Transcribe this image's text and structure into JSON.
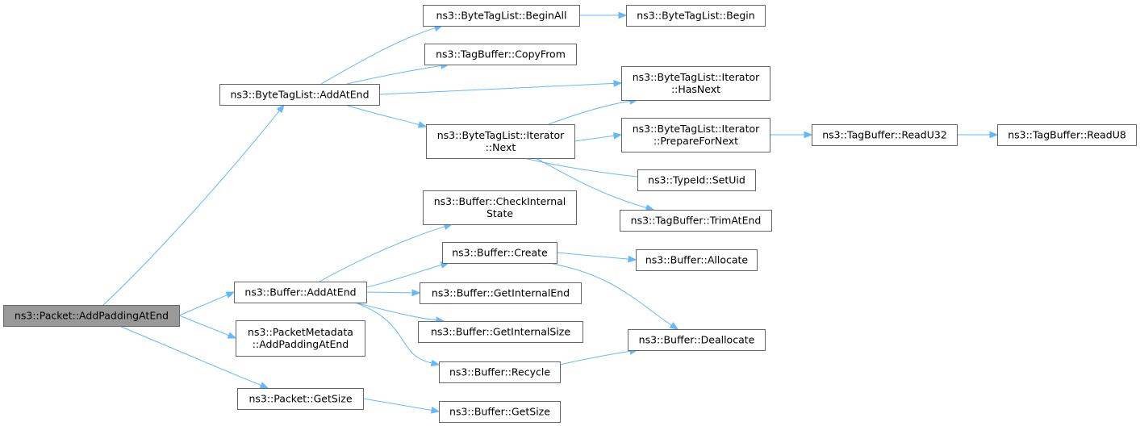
{
  "nodes": [
    {
      "id": "root",
      "lines": [
        "ns3::Packet::AddPaddingAtEnd"
      ],
      "root": true
    },
    {
      "id": "btl_addatend",
      "lines": [
        "ns3::ByteTagList::AddAtEnd"
      ]
    },
    {
      "id": "buf_addatend",
      "lines": [
        "ns3::Buffer::AddAtEnd"
      ]
    },
    {
      "id": "pm_addpadding",
      "lines": [
        "ns3::PacketMetadata",
        "::AddPaddingAtEnd"
      ]
    },
    {
      "id": "pkt_getsize",
      "lines": [
        "ns3::Packet::GetSize"
      ]
    },
    {
      "id": "btl_beginall",
      "lines": [
        "ns3::ByteTagList::BeginAll"
      ]
    },
    {
      "id": "tb_copyfrom",
      "lines": [
        "ns3::TagBuffer::CopyFrom"
      ]
    },
    {
      "id": "it_next",
      "lines": [
        "ns3::ByteTagList::Iterator",
        "::Next"
      ]
    },
    {
      "id": "buf_checkstate",
      "lines": [
        "ns3::Buffer::CheckInternal",
        "State"
      ]
    },
    {
      "id": "buf_create",
      "lines": [
        "ns3::Buffer::Create"
      ]
    },
    {
      "id": "buf_getend",
      "lines": [
        "ns3::Buffer::GetInternalEnd"
      ]
    },
    {
      "id": "buf_getintsize",
      "lines": [
        "ns3::Buffer::GetInternalSize"
      ]
    },
    {
      "id": "buf_recycle",
      "lines": [
        "ns3::Buffer::Recycle"
      ]
    },
    {
      "id": "buf_getsize",
      "lines": [
        "ns3::Buffer::GetSize"
      ]
    },
    {
      "id": "btl_begin",
      "lines": [
        "ns3::ByteTagList::Begin"
      ]
    },
    {
      "id": "it_hasnext",
      "lines": [
        "ns3::ByteTagList::Iterator",
        "::HasNext"
      ]
    },
    {
      "id": "it_prepare",
      "lines": [
        "ns3::ByteTagList::Iterator",
        "::PrepareForNext"
      ]
    },
    {
      "id": "tid_setuid",
      "lines": [
        "ns3::TypeId::SetUid"
      ]
    },
    {
      "id": "tb_trim",
      "lines": [
        "ns3::TagBuffer::TrimAtEnd"
      ]
    },
    {
      "id": "buf_allocate",
      "lines": [
        "ns3::Buffer::Allocate"
      ]
    },
    {
      "id": "buf_dealloc",
      "lines": [
        "ns3::Buffer::Deallocate"
      ]
    },
    {
      "id": "tb_readu32",
      "lines": [
        "ns3::TagBuffer::ReadU32"
      ]
    },
    {
      "id": "tb_readu8",
      "lines": [
        "ns3::TagBuffer::ReadU8"
      ]
    }
  ],
  "edges": [
    [
      "root",
      "btl_addatend"
    ],
    [
      "root",
      "buf_addatend"
    ],
    [
      "root",
      "pm_addpadding"
    ],
    [
      "root",
      "pkt_getsize"
    ],
    [
      "btl_addatend",
      "btl_beginall"
    ],
    [
      "btl_addatend",
      "tb_copyfrom"
    ],
    [
      "btl_addatend",
      "it_hasnext"
    ],
    [
      "btl_addatend",
      "it_next"
    ],
    [
      "btl_beginall",
      "btl_begin"
    ],
    [
      "it_next",
      "it_hasnext"
    ],
    [
      "it_next",
      "it_prepare"
    ],
    [
      "it_next",
      "tid_setuid"
    ],
    [
      "it_next",
      "tb_trim"
    ],
    [
      "it_prepare",
      "tb_readu32"
    ],
    [
      "tb_readu32",
      "tb_readu8"
    ],
    [
      "buf_addatend",
      "buf_checkstate"
    ],
    [
      "buf_addatend",
      "buf_create"
    ],
    [
      "buf_addatend",
      "buf_getend"
    ],
    [
      "buf_addatend",
      "buf_getintsize"
    ],
    [
      "buf_addatend",
      "buf_recycle"
    ],
    [
      "buf_create",
      "buf_allocate"
    ],
    [
      "buf_create",
      "buf_dealloc"
    ],
    [
      "buf_recycle",
      "buf_dealloc"
    ],
    [
      "pkt_getsize",
      "buf_getsize"
    ]
  ]
}
